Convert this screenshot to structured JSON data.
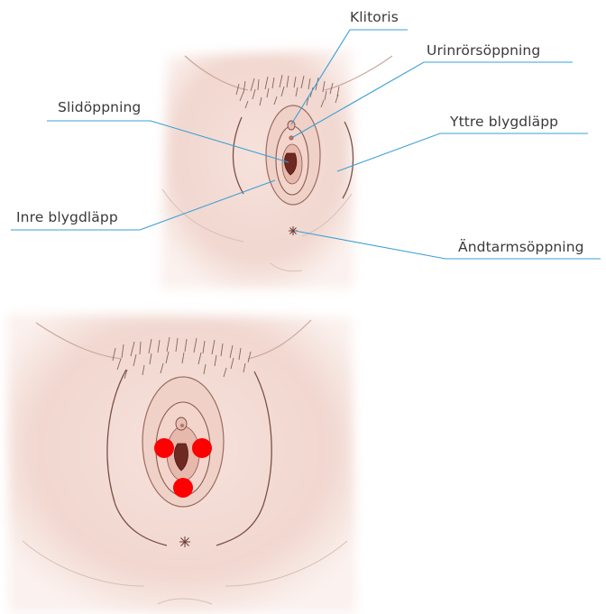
{
  "labels": {
    "clitoris": "Klitoris",
    "urethral_opening": "Urinrörsöppning",
    "vaginal_opening": "Slidöppning",
    "labia_majora": "Yttre blygdläpp",
    "labia_minora": "Inre blygdläpp",
    "anus": "Ändtarmsöppning"
  },
  "colors": {
    "leader_line": "#3aa0d6",
    "skin": "#f4ddd6",
    "marker": "#ff0000"
  },
  "icons": [
    "anatomy-illustration-labeled",
    "anatomy-illustration-marked",
    "red-marker-dot"
  ]
}
